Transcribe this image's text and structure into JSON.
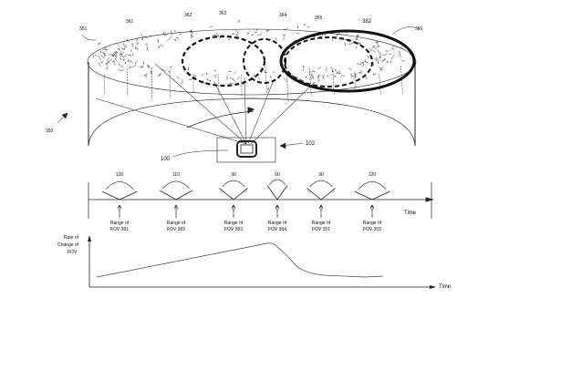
{
  "figure": {
    "ref_labels": {
      "r351": "351",
      "r361": "361",
      "r362": "362",
      "r363": "363",
      "r364": "364",
      "r365": "365",
      "r382": "382",
      "r356": "356",
      "r350": "350",
      "r100": "100",
      "r102": "102"
    },
    "timeline": {
      "axis_label": "Time",
      "range_prefix": "Range of",
      "items": [
        {
          "angle": "120",
          "fov": "FOV 381"
        },
        {
          "angle": "110",
          "fov": "FOV 382"
        },
        {
          "angle": "90",
          "fov": "FOV 383"
        },
        {
          "angle": "60",
          "fov": "FOV 384"
        },
        {
          "angle": "90",
          "fov": "FOV 351"
        },
        {
          "angle": "120",
          "fov": "FOV 355"
        }
      ]
    },
    "rate_chart": {
      "y_label_lines": [
        "Rate of",
        "Change of",
        "FOV"
      ],
      "x_label": "Time"
    }
  }
}
